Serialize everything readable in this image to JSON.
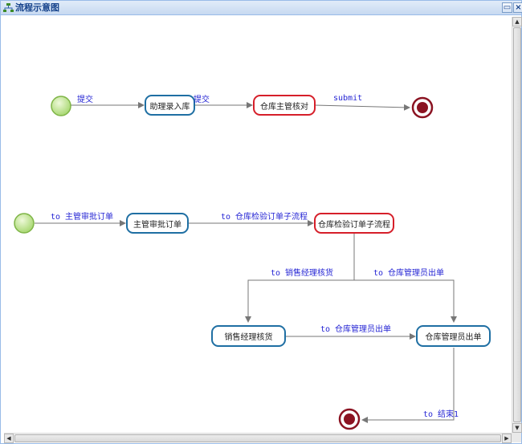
{
  "window": {
    "title": "流程示意图",
    "restore_icon": "restore-icon",
    "close_icon": "close-icon"
  },
  "flow1": {
    "nodes": {
      "n1": "助理录入库",
      "n2": "仓库主管核对"
    },
    "edges": {
      "e1": "提交",
      "e2": "提交",
      "e3": "submit"
    }
  },
  "flow2": {
    "nodes": {
      "n1": "主管审批订单",
      "n2": "仓库检验订单子流程",
      "n3": "销售经理核货",
      "n4": "仓库管理员出单"
    },
    "edges": {
      "e1": "to 主管审批订单",
      "e2": "to 仓库检验订单子流程",
      "e3": "to 销售经理核货",
      "e4": "to 仓库管理员出单",
      "e5": "to 仓库管理员出单",
      "e6": "to 结束1"
    }
  },
  "colors": {
    "start_fill": "#c7e89a",
    "start_stroke": "#7fb547",
    "end_fill": "#8b1322",
    "node_blue": "#1f6fa3",
    "node_red": "#d61f2a",
    "label_blue": "#2626d4"
  }
}
